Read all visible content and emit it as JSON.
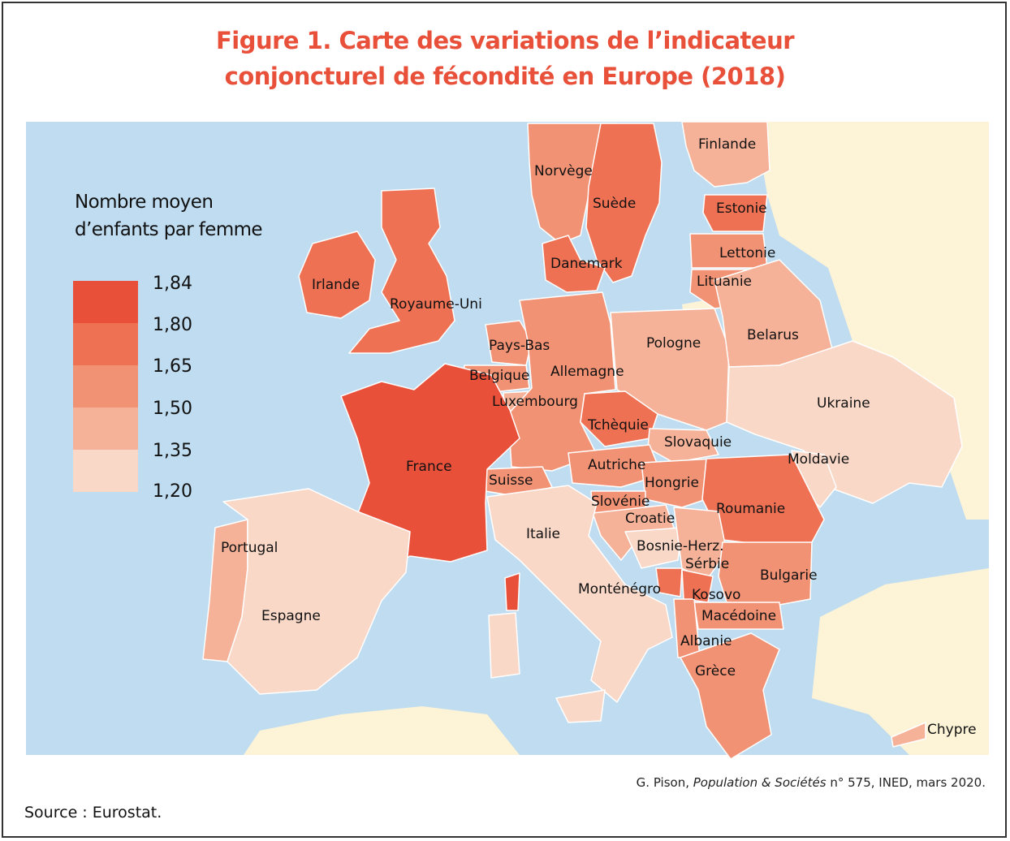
{
  "title": {
    "line1": "Figure 1. Carte des variations de l’indicateur",
    "line2": "conjoncturel de fécondité en Europe (2018)"
  },
  "legend": {
    "title_line1": "Nombre moyen",
    "title_line2": "d’enfants par femme",
    "ticks": [
      "1,84",
      "1,80",
      "1,65",
      "1,50",
      "1,35",
      "1,20"
    ],
    "colors": [
      "#e8503a",
      "#ee7154",
      "#f29274",
      "#f5b298",
      "#f9d8c8"
    ]
  },
  "colors": {
    "sea": "#bfdcf0",
    "other_land": "#fdf4d8",
    "border": "#ffffff"
  },
  "countries": [
    {
      "name": "Finlande",
      "class": 4
    },
    {
      "name": "Norvège",
      "class": 3
    },
    {
      "name": "Suède",
      "class": 2
    },
    {
      "name": "Estonie",
      "class": 2
    },
    {
      "name": "Lettonie",
      "class": 3
    },
    {
      "name": "Lituanie",
      "class": 3
    },
    {
      "name": "Danemark",
      "class": 2
    },
    {
      "name": "Irlande",
      "class": 2
    },
    {
      "name": "Royaume-Uni",
      "class": 2
    },
    {
      "name": "Pays-Bas",
      "class": 3
    },
    {
      "name": "Belgique",
      "class": 3
    },
    {
      "name": "Allemagne",
      "class": 3
    },
    {
      "name": "Luxembourg",
      "class": 4
    },
    {
      "name": "Pologne",
      "class": 4
    },
    {
      "name": "Belarus",
      "class": 4
    },
    {
      "name": "Ukraine",
      "class": 5
    },
    {
      "name": "Tchèquie",
      "class": 2
    },
    {
      "name": "Slovaquie",
      "class": 4
    },
    {
      "name": "France",
      "class": 1
    },
    {
      "name": "Suisse",
      "class": 3
    },
    {
      "name": "Autriche",
      "class": 3
    },
    {
      "name": "Hongrie",
      "class": 3
    },
    {
      "name": "Moldavie",
      "class": 5
    },
    {
      "name": "Roumanie",
      "class": 2
    },
    {
      "name": "Slovénie",
      "class": 3
    },
    {
      "name": "Croatie",
      "class": 4
    },
    {
      "name": "Italie",
      "class": 5
    },
    {
      "name": "Bosnie-Herz.",
      "class": 5
    },
    {
      "name": "Sérbie",
      "class": 4
    },
    {
      "name": "Bulgarie",
      "class": 3
    },
    {
      "name": "Portugal",
      "class": 5
    },
    {
      "name": "Monténégro",
      "class": 2
    },
    {
      "name": "Kosovo",
      "class": 2
    },
    {
      "name": "Macédoine",
      "class": 3
    },
    {
      "name": "Espagne",
      "class": 5
    },
    {
      "name": "Albanie",
      "class": 3
    },
    {
      "name": "Grèce",
      "class": 3
    },
    {
      "name": "Chypre",
      "class": 4
    }
  ],
  "credit": {
    "author": "G. Pison, ",
    "journal": "Population & Sociétés",
    "rest": " n° 575, INED, mars 2020."
  },
  "source": "Source : Eurostat."
}
